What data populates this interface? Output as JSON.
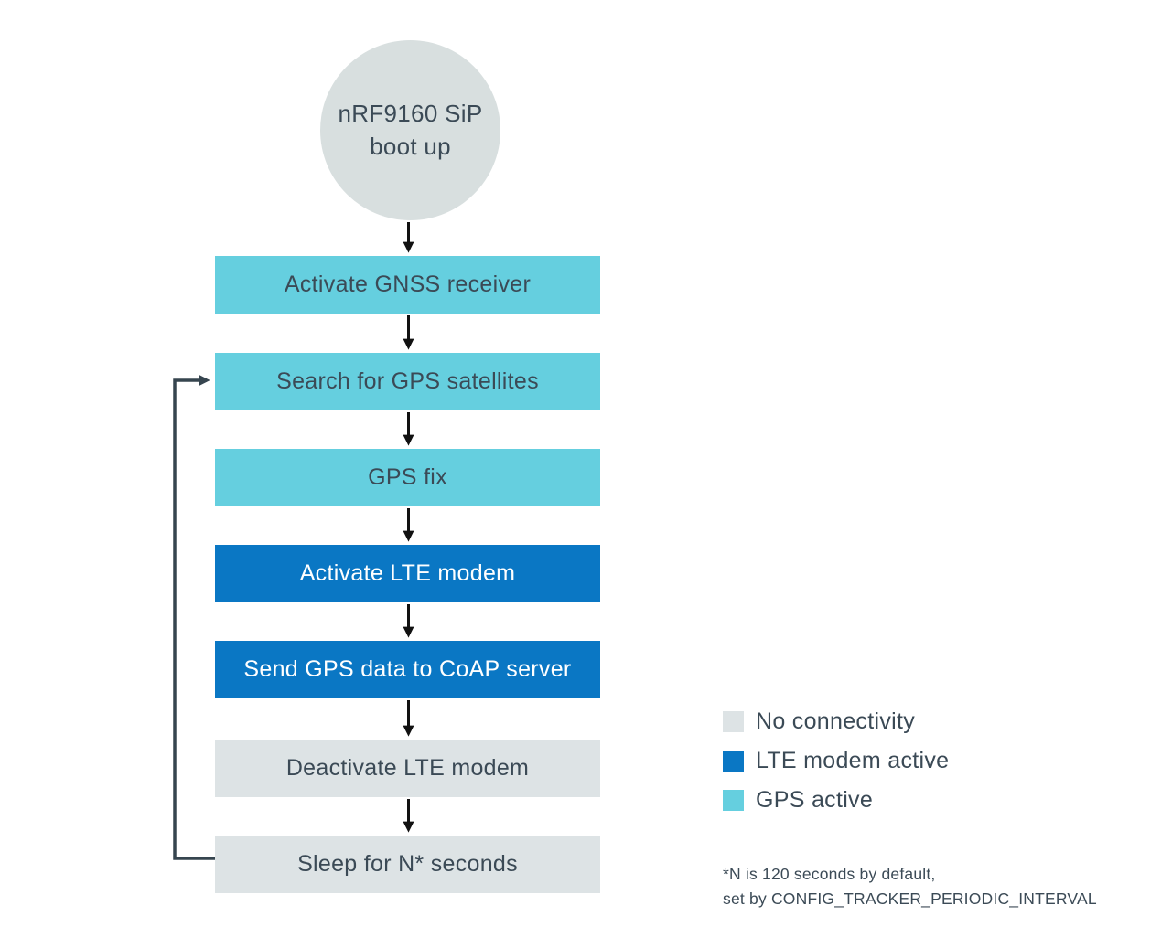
{
  "colors": {
    "gps": "#65cfdf",
    "lte": "#0a77c4",
    "none": "#dde3e5",
    "circle": "#d8dfdf",
    "text_dark": "#3b4a56",
    "text_light": "#ffffff",
    "arrow": "#111111",
    "loop_arrow": "#36454f"
  },
  "flow": {
    "start": {
      "line1": "nRF9160 SiP",
      "line2": "boot up",
      "state": "circle"
    },
    "nodes": [
      {
        "label": "Activate GNSS receiver",
        "state": "gps"
      },
      {
        "label": "Search for GPS satellites",
        "state": "gps"
      },
      {
        "label": "GPS fix",
        "state": "gps"
      },
      {
        "label": "Activate LTE modem",
        "state": "lte"
      },
      {
        "label": "Send GPS data to CoAP server",
        "state": "lte"
      },
      {
        "label": "Deactivate LTE modem",
        "state": "none"
      },
      {
        "label": "Sleep for N* seconds",
        "state": "none"
      }
    ],
    "loop": {
      "from": "Sleep for N* seconds",
      "to": "Search for GPS satellites"
    }
  },
  "legend": {
    "items": [
      {
        "label": "No connectivity",
        "state": "none"
      },
      {
        "label": "LTE modem active",
        "state": "lte"
      },
      {
        "label": "GPS active",
        "state": "gps"
      }
    ]
  },
  "footnote": {
    "line1": "*N is 120 seconds by default,",
    "line2": "set by CONFIG_TRACKER_PERIODIC_INTERVAL"
  }
}
